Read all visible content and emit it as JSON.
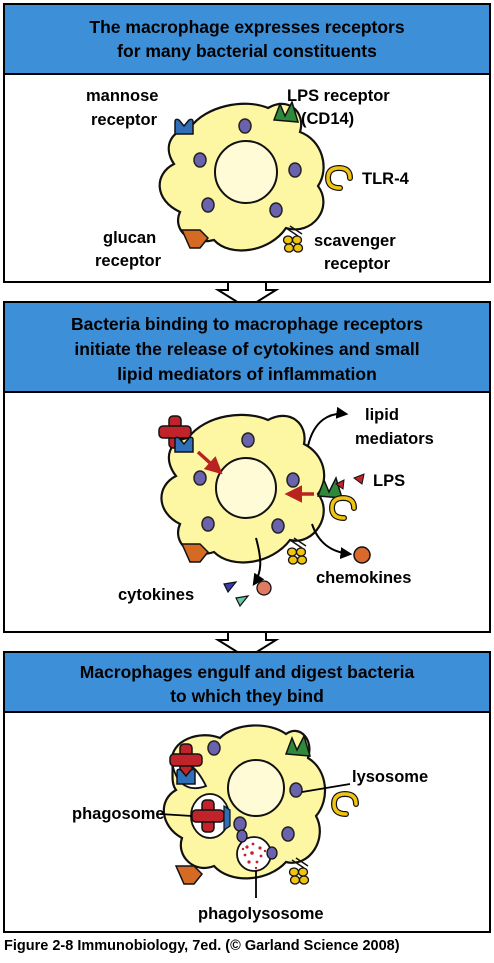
{
  "panels": [
    {
      "header": [
        "The macrophage expresses receptors",
        "for many bacterial constituents"
      ],
      "labels": {
        "mannose_receptor": [
          "mannose",
          "receptor"
        ],
        "lps_receptor": [
          "LPS receptor",
          "(CD14)"
        ],
        "tlr4": "TLR-4",
        "glucan_receptor": [
          "glucan",
          "receptor"
        ],
        "scavenger_receptor": [
          "scavenger",
          "receptor"
        ]
      }
    },
    {
      "header": [
        "Bacteria binding to macrophage receptors",
        "initiate the release of cytokines and small",
        "lipid mediators of inflammation"
      ],
      "labels": {
        "lipid_mediators": [
          "lipid",
          "mediators"
        ],
        "lps": "LPS",
        "chemokines": "chemokines",
        "cytokines": "cytokines"
      }
    },
    {
      "header": [
        "Macrophages engulf and digest bacteria",
        "to which they bind"
      ],
      "labels": {
        "lysosome": "lysosome",
        "phagosome": "phagosome",
        "phagolysosome": "phagolysosome"
      }
    }
  ],
  "caption": "Figure 2-8  Immunobiology, 7ed. (© Garland Science 2008)",
  "colors": {
    "header_fill": "#3d8fd8",
    "cell_fill": "#fdf6a3",
    "nucleus_fill": "#fffbd7",
    "granule": "#6a62ad",
    "mannose_receptor": "#2f6fb7",
    "lps_receptor": "#2e8a3a",
    "tlr4": "#f1c40f",
    "glucan_receptor": "#d46a24",
    "bacterium": "#c0232a",
    "arrow_red": "#b8231f",
    "chemokine": "#d9692d"
  }
}
